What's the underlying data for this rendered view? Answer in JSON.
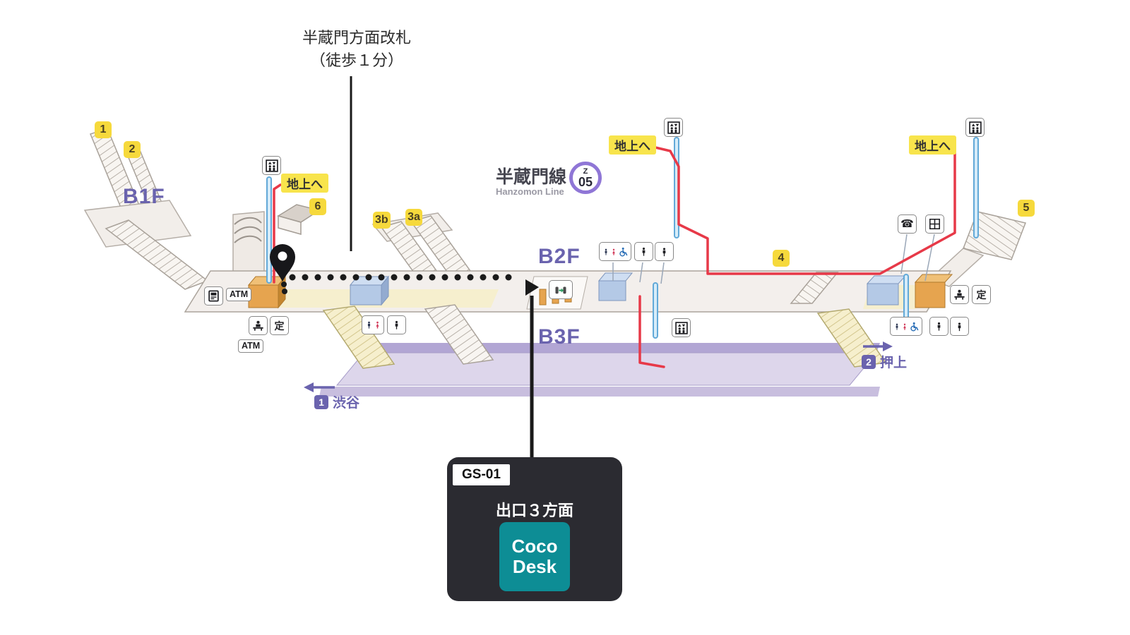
{
  "annotation": {
    "line1": "半蔵門方面改札",
    "line2": "（徒歩１分）"
  },
  "floors": {
    "b1f": "B1F",
    "b2f": "B2F",
    "b3f": "B3F"
  },
  "exits": {
    "e1": "1",
    "e2": "2",
    "e3a": "3a",
    "e3b": "3b",
    "e4": "4",
    "e5": "5",
    "e6": "6"
  },
  "ground_label": "地上へ",
  "line_badge": {
    "name_ja": "半蔵門線",
    "name_en": "Hanzomon Line",
    "letter": "Z",
    "number": "05"
  },
  "directions": {
    "shibuya_num": "1",
    "shibuya_label": "渋谷",
    "oshiage_num": "2",
    "oshiage_label": "押上"
  },
  "facilities": {
    "atm": "ATM",
    "commuter_pass": "定"
  },
  "glyphs": {
    "phone": "☎"
  },
  "callout": {
    "code": "GS-01",
    "title": "出口３方面",
    "brand_line1": "Coco",
    "brand_line2": "Desk"
  },
  "icons": {
    "map-pin-icon": "black location pin",
    "elevator-icon": "box with up/down arrows and two figures",
    "toilet-icon": "man and woman figures",
    "accessible-toilet-icon": "wheelchair figure",
    "baby-icon": "small child figure",
    "phone-icon": "☎",
    "coin-locker-icon": "locker grid",
    "ticket-machine-icon": "machine with screen",
    "station-office-icon": "person at counter",
    "ticket-gate-icon": "gates with green arrow",
    "escalator-icon": "striped ramp",
    "stairs-icon": "striped steps"
  },
  "colors": {
    "exit_badge": "#f6d93c",
    "ground_label_bg": "#f8e44c",
    "floor_label": "#6a63ae",
    "route_red": "#e73948",
    "line_purple": "#8f76d6",
    "elevator_blue": "#62a9d8",
    "coco_teal": "#0d8d95",
    "callout_bg": "#2b2b31"
  }
}
